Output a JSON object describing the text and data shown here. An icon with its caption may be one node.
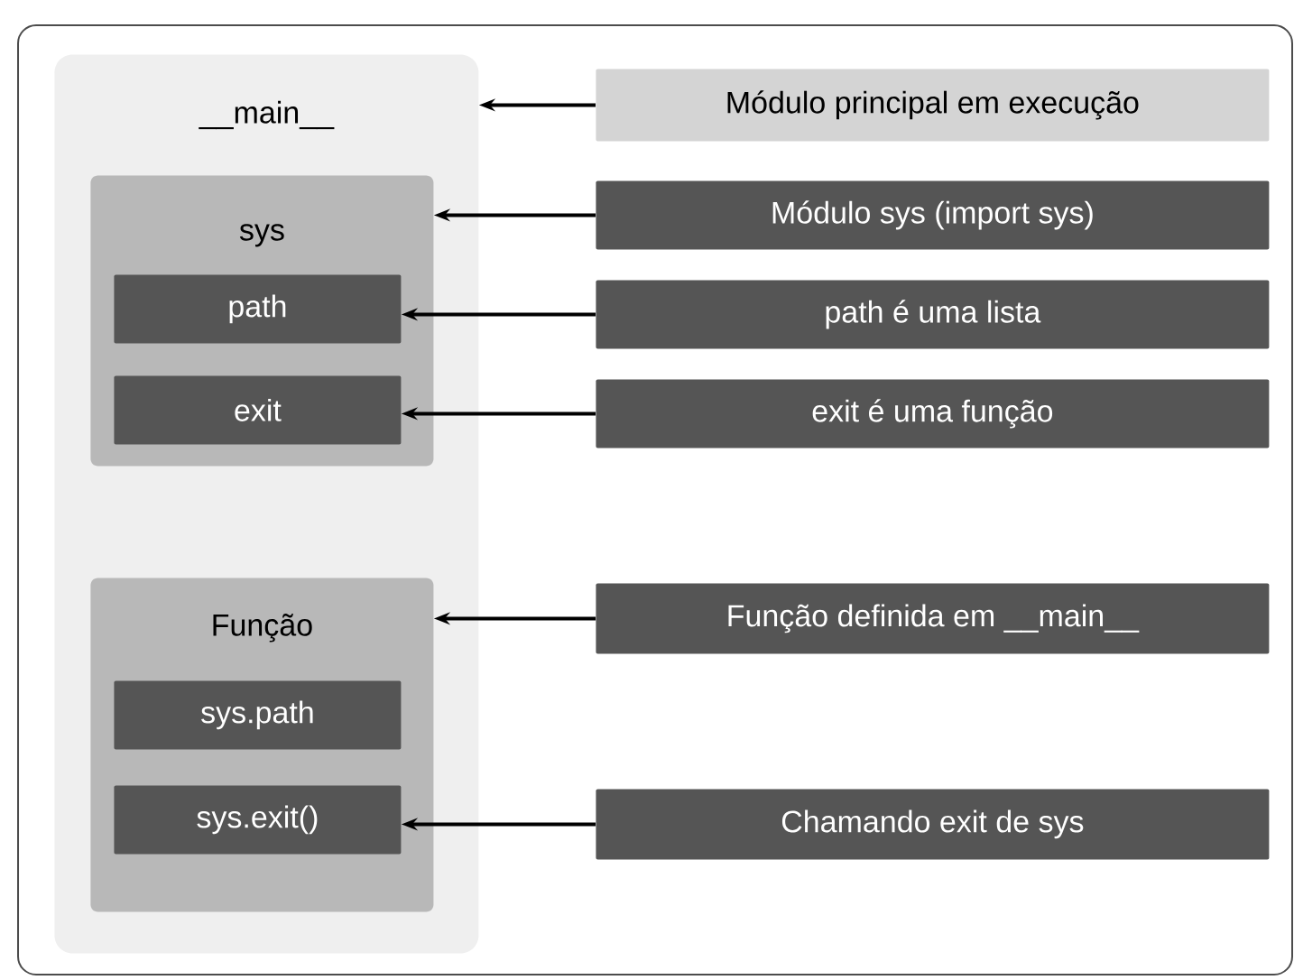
{
  "diagram": {
    "nodes": [
      {
        "text": [
          "__main__"
        ]
      },
      {
        "text": [
          "sys"
        ],
        "in": 0
      },
      {
        "text": [
          "path"
        ],
        "in": 1
      },
      {
        "text": [
          "exit"
        ],
        "in": 1
      },
      {
        "text": [
          "Função"
        ],
        "in": 0
      },
      {
        "text": [
          "sys.path"
        ],
        "in": 4
      },
      {
        "text": [
          "sys.exit()"
        ],
        "in": 4
      },
      {
        "text": [
          "Módulo principal em execução"
        ]
      },
      {
        "text": [
          "Módulo sys (import sys)"
        ]
      },
      {
        "text": [
          "path é uma lista"
        ]
      },
      {
        "text": [
          "exit é uma função"
        ]
      },
      {
        "text": [
          "Função definida em __main__"
        ]
      },
      {
        "text": [
          "Chamando exit de sys"
        ]
      }
    ],
    "edges": [
      {
        "from": 7,
        "to": 0,
        "arrow": "to"
      },
      {
        "from": 8,
        "to": 1,
        "arrow": "to"
      },
      {
        "from": 9,
        "to": 2,
        "arrow": "to"
      },
      {
        "from": 10,
        "to": 3,
        "arrow": "to"
      },
      {
        "from": 11,
        "to": 4,
        "arrow": "to"
      },
      {
        "from": 12,
        "to": 6,
        "arrow": "to"
      }
    ]
  }
}
